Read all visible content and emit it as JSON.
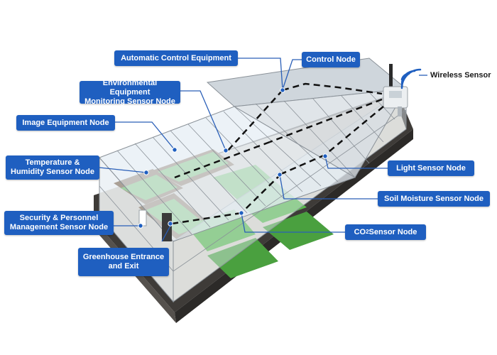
{
  "colors": {
    "label_bg": "#1f5fc0",
    "leader": "#2a5fb8",
    "link_dash": "#111111",
    "glass": "#dfe8ef",
    "roof": "#cfd6dc",
    "frame": "#8a9198",
    "plants": "#57b84a",
    "soil": "#6b4a2b",
    "base": "#3e3b38"
  },
  "labels": {
    "automatic_control_equipment": "Automatic Control Equipment",
    "control_node": "Control Node",
    "environmental_equipment_monitoring": "Environmental Equipment\nMonitoring Sensor Node",
    "image_equipment_node": "Image Equipment Node",
    "temperature_humidity": "Temperature &\nHumidity Sensor Node",
    "security_personnel": "Security & Personnel\nManagement Sensor Node",
    "greenhouse_entrance": "Greenhouse Entrance\nand Exit",
    "light_sensor_node": "Light Sensor Node",
    "soil_moisture": "Soil Moisture Sensor Node",
    "co2_prefix": "CO",
    "co2_sub": "2",
    "co2_suffix": " Sensor Node",
    "wireless_sensor": "Wireless Sensor"
  }
}
